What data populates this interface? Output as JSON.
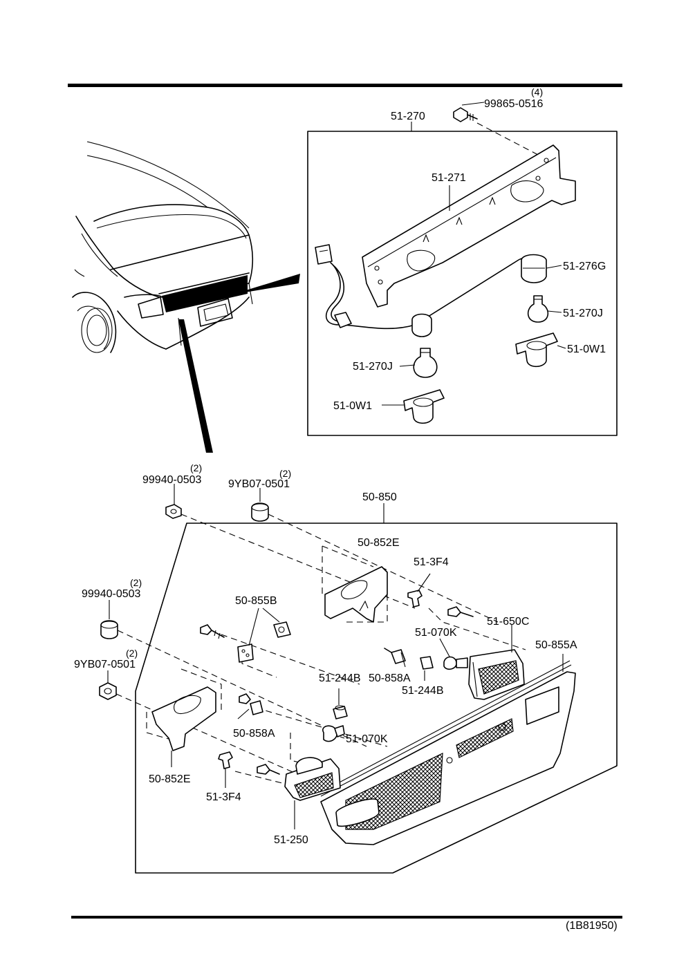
{
  "figure_code": "(1B81950)",
  "upper_assembly": {
    "assembly": "51-270",
    "parts": {
      "screw": "99865-0516",
      "screw_qty": "(4)",
      "bracket": "51-271",
      "socket_harness": "51-276G",
      "bulb_right": "51-270J",
      "socket_right": "51-0W1",
      "bulb_left": "51-270J",
      "socket_left": "51-0W1"
    }
  },
  "lower_assembly": {
    "assembly": "50-850",
    "parts": {
      "nut_top_a": "99940-0503",
      "nut_top_a_qty": "(2)",
      "nut_top_b": "9YB07-0501",
      "nut_top_b_qty": "(2)",
      "nut_left_a": "99940-0503",
      "nut_left_a_qty": "(2)",
      "nut_left_b": "9YB07-0501",
      "nut_left_b_qty": "(2)",
      "bracket_upper": "50-852E",
      "clip_upper": "51-3F4",
      "retainer": "50-855B",
      "bulb_upper": "51-070K",
      "lamp_right": "51-650C",
      "garnish": "50-855A",
      "socket_a": "51-244B",
      "screw_a": "50-858A",
      "socket_b": "51-244B",
      "screw_b": "50-858A",
      "bulb_lower": "51-070K",
      "bracket_lower": "50-852E",
      "clip_lower": "51-3F4",
      "lamp_left": "51-250"
    }
  }
}
